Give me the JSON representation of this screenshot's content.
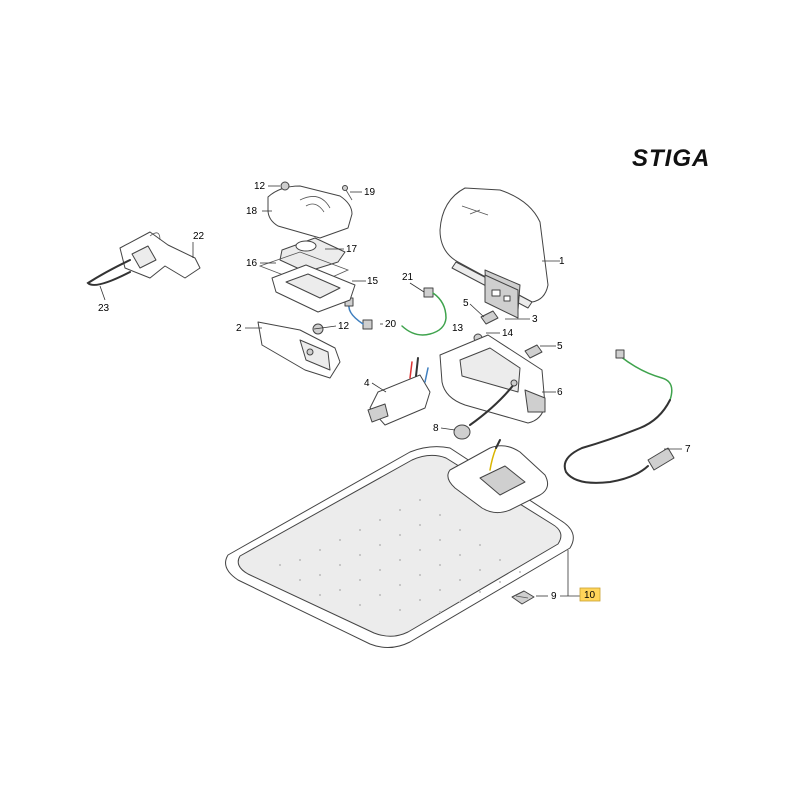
{
  "brand": {
    "name": "STIGA"
  },
  "colors": {
    "highlight": "#ffd45a",
    "line": "#444444",
    "wire_green": "#3fa34d",
    "wire_blue": "#3f7fbf",
    "wire_red": "#dd3333",
    "wire_yellow": "#d9b400"
  },
  "callouts": [
    {
      "id": "c1",
      "label": "1"
    },
    {
      "id": "c2",
      "label": "2"
    },
    {
      "id": "c3",
      "label": "3"
    },
    {
      "id": "c4",
      "label": "4"
    },
    {
      "id": "c5a",
      "label": "5"
    },
    {
      "id": "c5b",
      "label": "5"
    },
    {
      "id": "c6",
      "label": "6"
    },
    {
      "id": "c7",
      "label": "7"
    },
    {
      "id": "c8",
      "label": "8"
    },
    {
      "id": "c9",
      "label": "9"
    },
    {
      "id": "c10",
      "label": "10",
      "highlighted": true
    },
    {
      "id": "c12a",
      "label": "12"
    },
    {
      "id": "c12b",
      "label": "12"
    },
    {
      "id": "c13",
      "label": "13"
    },
    {
      "id": "c14",
      "label": "14"
    },
    {
      "id": "c15",
      "label": "15"
    },
    {
      "id": "c16",
      "label": "16"
    },
    {
      "id": "c17",
      "label": "17"
    },
    {
      "id": "c18",
      "label": "18"
    },
    {
      "id": "c19",
      "label": "19"
    },
    {
      "id": "c20",
      "label": "20"
    },
    {
      "id": "c21",
      "label": "21"
    },
    {
      "id": "c22",
      "label": "22"
    },
    {
      "id": "c23",
      "label": "23"
    }
  ]
}
